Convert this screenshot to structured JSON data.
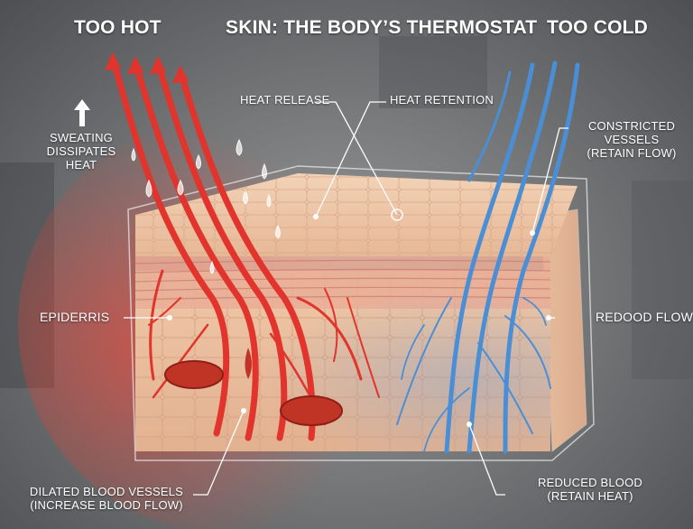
{
  "title": "SKIN: THE BODY’S THERMOSTAT",
  "sides": {
    "hot": "TOO HOT",
    "cold": "TOO COLD"
  },
  "labels": {
    "sweating": [
      "SWEATING",
      "DISSIPATES HEAT"
    ],
    "heat_release": "HEAT RELEASE",
    "heat_retention": "HEAT RETENTION",
    "constricted": [
      "CONSTRICTED VESSELS",
      "(RETAIN FLOW)"
    ],
    "epidermis": "EPIDERRIS",
    "redood": "REDOOD FLOW",
    "dilated": [
      "DILATED BLOOD VESSELS",
      "(INCREASE BLOOD FLOW)"
    ],
    "reduced": [
      "REDUCED BLOOD",
      "(RETAIN HEAT)"
    ]
  },
  "colors": {
    "hot_vessel": "#e0342c",
    "cold_vessel": "#4a8fd6",
    "skin": "#ecc4a2",
    "background": "#707274"
  }
}
